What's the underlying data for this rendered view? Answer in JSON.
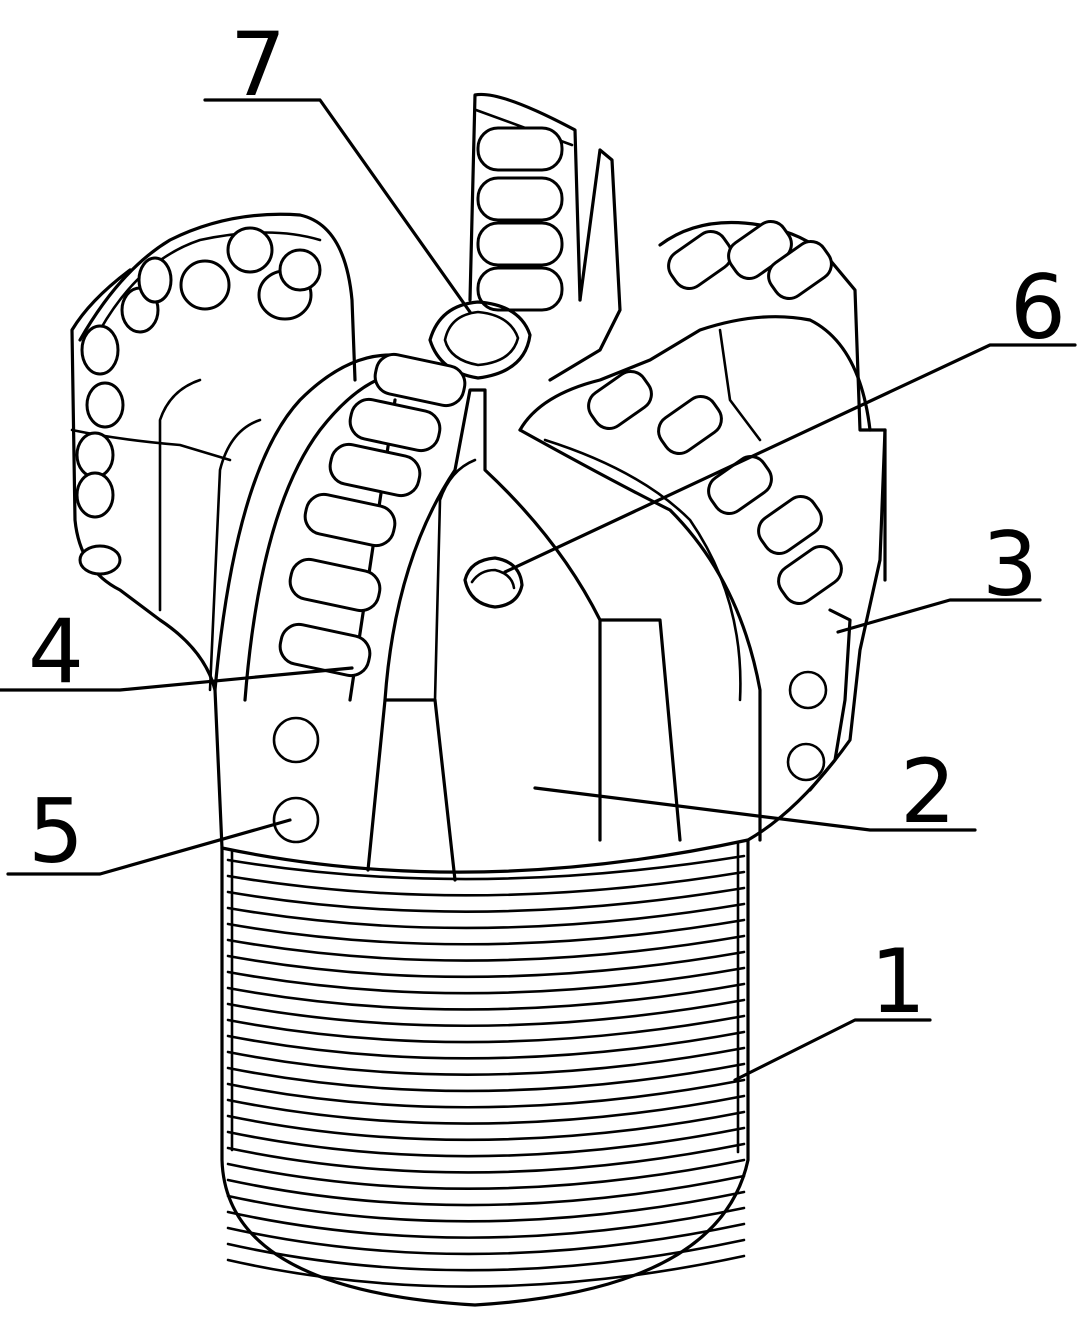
{
  "figure": {
    "labels": [
      {
        "id": "label-1",
        "text": "1"
      },
      {
        "id": "label-2",
        "text": "2"
      },
      {
        "id": "label-3",
        "text": "3"
      },
      {
        "id": "label-4",
        "text": "4"
      },
      {
        "id": "label-5",
        "text": "5"
      },
      {
        "id": "label-6",
        "text": "6"
      },
      {
        "id": "label-7",
        "text": "7"
      }
    ],
    "colors": {
      "ink": "#000000",
      "paper": "#ffffff"
    }
  }
}
